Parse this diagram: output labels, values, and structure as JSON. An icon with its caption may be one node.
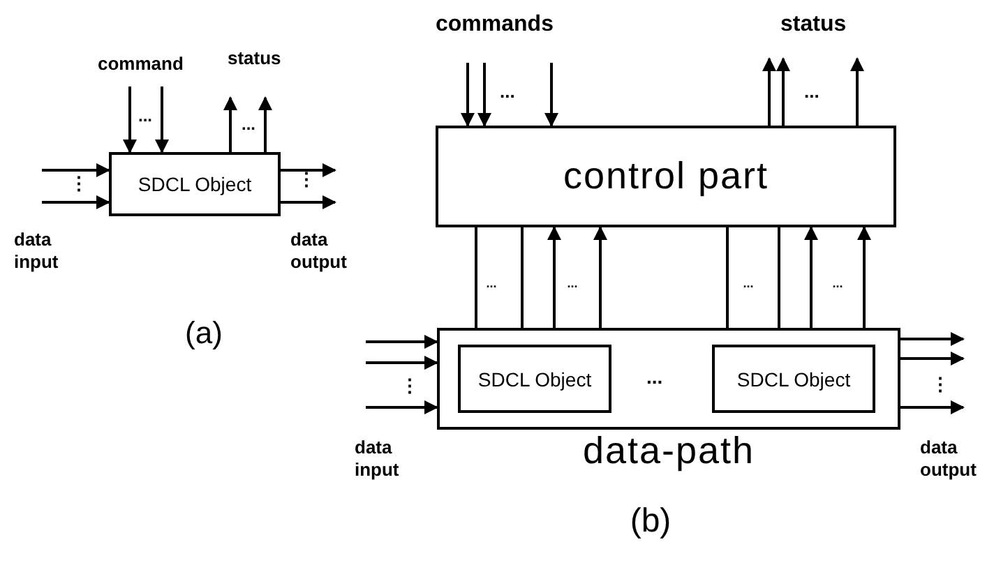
{
  "diagram": {
    "nodes": [
      {
        "text": [
          "SDCL Object"
        ]
      },
      {
        "text": [
          "control part"
        ]
      },
      {
        "text": [
          "data-path"
        ]
      },
      {
        "text": [
          "SDCL Object"
        ],
        "in": 2
      },
      {
        "text": [
          "SDCL Object"
        ],
        "in": 2
      }
    ],
    "edges": [
      {
        "from": null,
        "to": 0,
        "arrow": "to"
      },
      {
        "from": null,
        "to": 0,
        "arrow": "to"
      },
      {
        "from": 0,
        "to": null,
        "arrow": "to"
      },
      {
        "from": 0,
        "to": null,
        "arrow": "to"
      },
      {
        "from": null,
        "to": 0,
        "arrow": "to"
      },
      {
        "from": null,
        "to": 0,
        "arrow": "to"
      },
      {
        "from": 0,
        "to": null,
        "arrow": "to"
      },
      {
        "from": 0,
        "to": null,
        "arrow": "to"
      },
      {
        "from": null,
        "to": 1,
        "arrow": "to"
      },
      {
        "from": null,
        "to": 1,
        "arrow": "to"
      },
      {
        "from": null,
        "to": 1,
        "arrow": "to"
      },
      {
        "from": 1,
        "to": null,
        "arrow": "to"
      },
      {
        "from": 1,
        "to": null,
        "arrow": "to"
      },
      {
        "from": 1,
        "to": null,
        "arrow": "to"
      },
      {
        "from": 1,
        "to": 3,
        "arrow": "to"
      },
      {
        "from": 1,
        "to": 3,
        "arrow": "to"
      },
      {
        "from": 3,
        "to": 1,
        "arrow": "to"
      },
      {
        "from": 3,
        "to": 1,
        "arrow": "to"
      },
      {
        "from": 1,
        "to": 4,
        "arrow": "to"
      },
      {
        "from": 1,
        "to": 4,
        "arrow": "to"
      },
      {
        "from": 4,
        "to": 1,
        "arrow": "to"
      },
      {
        "from": 4,
        "to": 1,
        "arrow": "to"
      },
      {
        "from": null,
        "to": 2,
        "arrow": "to"
      },
      {
        "from": null,
        "to": 2,
        "arrow": "to"
      },
      {
        "from": null,
        "to": 2,
        "arrow": "to"
      },
      {
        "from": 2,
        "to": null,
        "arrow": "to"
      },
      {
        "from": 2,
        "to": null,
        "arrow": "to"
      },
      {
        "from": 2,
        "to": null,
        "arrow": "to"
      }
    ],
    "labels": [
      "command",
      "...",
      "status",
      "...",
      "⋮",
      "data input",
      "⋮",
      "data output",
      "(a)",
      "commands",
      "...",
      "status",
      "...",
      "...",
      "...",
      "...",
      "...",
      "...",
      "⋮",
      "data input",
      "⋮",
      "data output",
      "(b)"
    ]
  }
}
